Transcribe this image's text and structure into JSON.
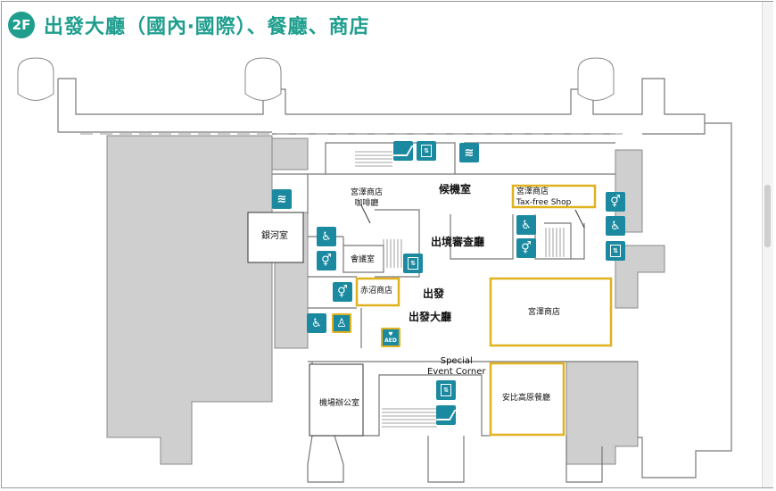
{
  "header": {
    "floor_badge": "2F",
    "title": "出發大廳（國內‧國際）、餐廳、商店"
  },
  "colors": {
    "accent": "#1f9e8e",
    "icon_bg": "#1b8aa0",
    "shop_outline": "#e0b21f",
    "wall": "#cfcfcf"
  },
  "labels": {
    "ginga_room": "銀河室",
    "meeting_room": "會議室",
    "miyazawa_cafe": "宮澤商店\n咖啡廳",
    "waiting_room": "候機室",
    "miyazawa_taxfree": "宮澤商店\nTax-free Shop",
    "immigration": "出境審查廳",
    "akanuma_shop": "赤沼商店",
    "departure": "出發",
    "departure_hall": "出發大廳",
    "miyazawa_shop": "宮澤商店",
    "special_event": "Special\nEvent Corner",
    "airport_office": "機場辦公室",
    "abiko_restaurant": "安比高原餐廳"
  },
  "icons": {
    "smoking": "smoking-icon",
    "wheelchair": "wheelchair-icon",
    "restroom": "restroom-icon",
    "elevator": "elevator-icon",
    "escalator": "escalator-icon",
    "aed": "AED",
    "nursing": "nursing-room-icon"
  }
}
